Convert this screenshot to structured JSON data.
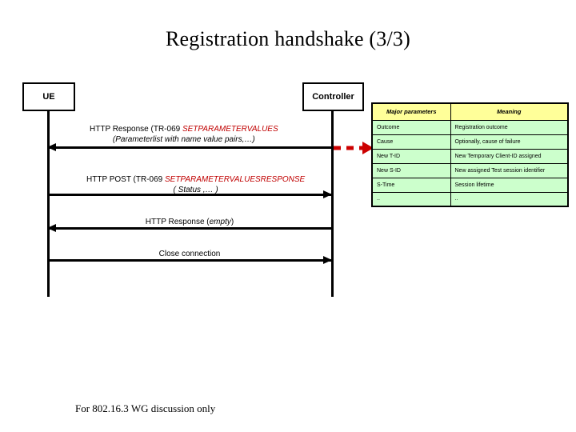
{
  "slide": {
    "title": "Registration handshake (3/3)",
    "footer": "For 802.16.3 WG discussion only"
  },
  "actors": {
    "left": "UE",
    "right": "Controller"
  },
  "messages": [
    {
      "id": "http-response-setparametervalues",
      "direction": "right-to-left",
      "line1_prefix": "HTTP Response (TR-069 ",
      "line1_keyword": "SETPARAMETERVALUES",
      "line2": "(Parameterlist with name value pairs,…)"
    },
    {
      "id": "http-post-setparametervaluesresponse",
      "direction": "left-to-right",
      "line1_prefix": "HTTP POST (TR-069 ",
      "line1_keyword": "SETPARAMETERVALUESRESPONSE",
      "line2": "( Status ,… )"
    },
    {
      "id": "http-response-empty",
      "direction": "right-to-left",
      "line1_prefix": "HTTP Response (",
      "line1_keyword": "empty",
      "line1_suffix": ")"
    },
    {
      "id": "close-connection",
      "direction": "left-to-right",
      "line1_prefix": "Close connection"
    }
  ],
  "param_table": {
    "headers": [
      "Major parameters",
      "Meaning"
    ],
    "rows": [
      [
        "Outcome",
        "Registration outcome"
      ],
      [
        "Cause",
        "Optionally, cause of failure"
      ],
      [
        "New T-ID",
        "New Temporary Client-ID assigned"
      ],
      [
        "New S-ID",
        "New assigned  Test session identifier"
      ],
      [
        "S-Time",
        "Session lifetime"
      ],
      [
        "..",
        ".."
      ]
    ]
  },
  "colors": {
    "keyword_red": "#c00000",
    "table_header_bg": "#ffff99",
    "table_row_bg": "#ccffcc",
    "arrow_red": "#cc0000"
  }
}
